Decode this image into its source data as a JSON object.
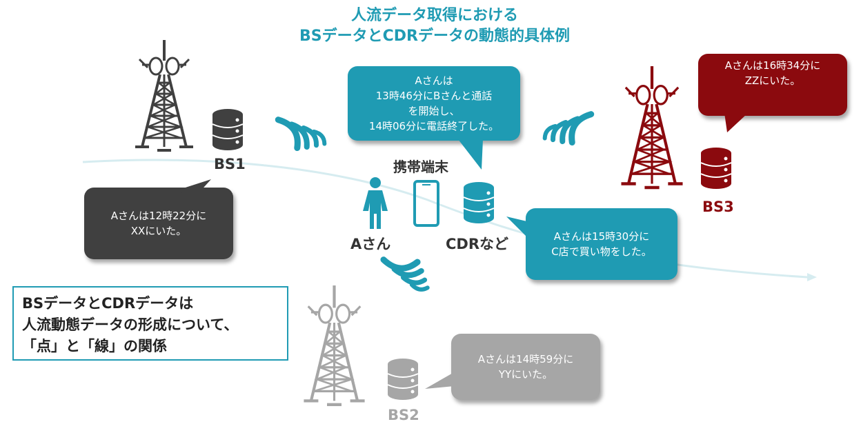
{
  "title": {
    "line1": "人流データ取得における",
    "line2": "BSデータとCDRデータの動態的具体例"
  },
  "labels": {
    "bs1": "BS1",
    "bs2": "BS2",
    "bs3": "BS3",
    "terminal": "携帯端末",
    "person": "Aさん",
    "cdr": "CDRなど"
  },
  "bubbles": {
    "bs1": [
      "Aさんは12時22分に",
      "XXにいた。"
    ],
    "call": [
      "Aさんは",
      "13時46分にBさんと通話",
      "を開始し、",
      "14時06分に電話終了した。"
    ],
    "bs3": [
      "Aさんは16時34分に",
      "ZZにいた。"
    ],
    "cdr": [
      "Aさんは15時30分に",
      "C店で買い物をした。"
    ],
    "bs2": [
      "Aさんは14時59分に",
      "YYにいた。"
    ]
  },
  "summary": [
    "BSデータとCDRデータは",
    "人流動態データの形成について、",
    "「点」と「線」の関係"
  ],
  "colors": {
    "teal": "#1f9bb3",
    "dark": "#404040",
    "darkred": "#8b0a0e",
    "gray": "#a6a6a6"
  },
  "icons": {
    "tower": "radio-tower-icon",
    "database": "database-icon",
    "person": "person-icon",
    "phone": "smartphone-icon",
    "signal": "signal-wave-icon"
  }
}
